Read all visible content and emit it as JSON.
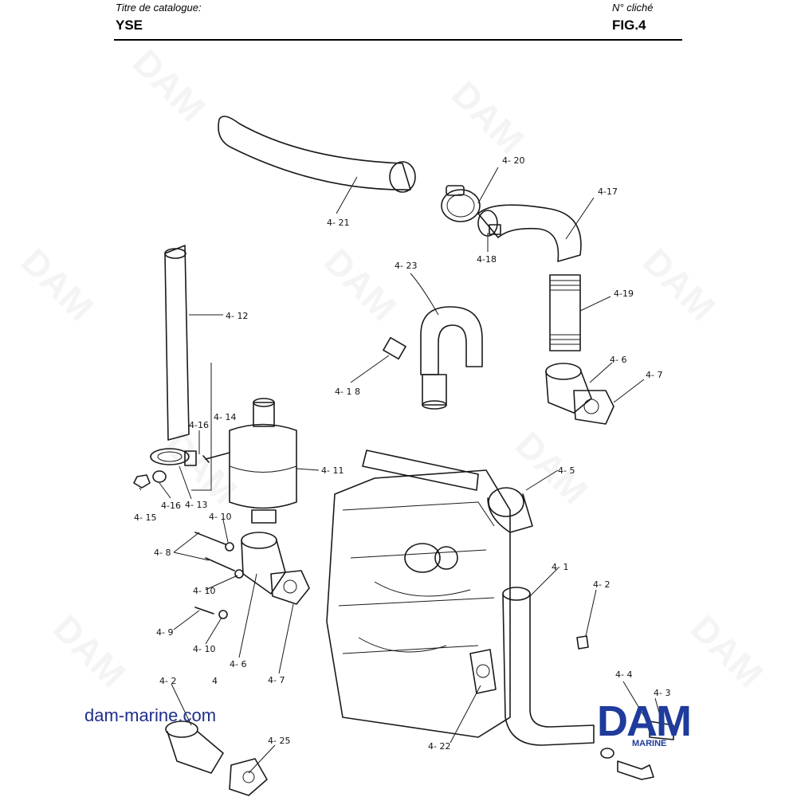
{
  "header": {
    "catalog_label": "Titre de catalogue:",
    "catalog_value": "YSE",
    "plate_label": "N° cliché",
    "plate_value": "FIG.4"
  },
  "labels": {
    "l4_20": "4- 20",
    "l4_17": "4-17",
    "l4_21": "4- 21",
    "l4_18_top": "4-18",
    "l4_23": "4- 23",
    "l4_19": "4-19",
    "l4_12": "4- 12",
    "l4_6_right": "4- 6",
    "l4_7_right": "4- 7",
    "l4_18_mid": "4- 1 8",
    "l4_16_top": "4-16",
    "l4_14": "4- 14",
    "l4_11": "4- 11",
    "l4_5": "4- 5",
    "l4_15": "4- 15",
    "l4_16_bottom": "4-16",
    "l4_13": "4- 13",
    "l4_10_top": "4- 10",
    "l4_8": "4- 8",
    "l4_10_mid": "4- 10",
    "l4_1": "4- 1",
    "l4_2_right": "4- 2",
    "l4_9": "4- 9",
    "l4_10_bottom": "4- 10",
    "l4_6_bottom": "4- 6",
    "l4_4_center": "4",
    "l4_7_bottom": "4- 7",
    "l4_2_left": "4- 2",
    "l4_4_right": "4- 4",
    "l4_3": "4- 3",
    "l4_22": "4- 22",
    "l4_25": "4- 25"
  },
  "footer": {
    "website": "dam-marine.com",
    "logo_text": "DAM",
    "logo_subtext": "MARINE"
  },
  "watermark": "DAM",
  "colors": {
    "brand_blue": "#1f3b9b",
    "url_blue": "#1f2f8c",
    "line": "#1a1a1a"
  }
}
